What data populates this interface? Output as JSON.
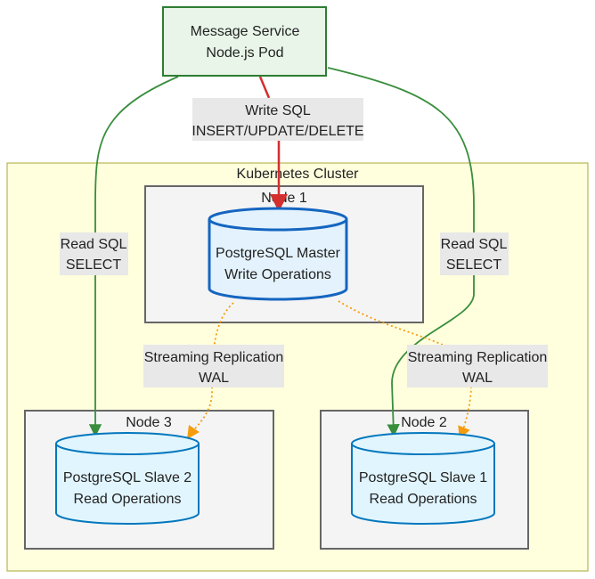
{
  "service": {
    "line1": "Message Service",
    "line2": "Node.js Pod"
  },
  "write_edge": {
    "line1": "Write SQL",
    "line2": "INSERT/UPDATE/DELETE"
  },
  "cluster": {
    "label": "Kubernetes Cluster"
  },
  "node1": {
    "label": "Node 1"
  },
  "node2": {
    "label": "Node 2"
  },
  "node3": {
    "label": "Node 3"
  },
  "master_db": {
    "line1": "PostgreSQL Master",
    "line2": "Write Operations"
  },
  "slave1_db": {
    "line1": "PostgreSQL Slave 1",
    "line2": "Read Operations"
  },
  "slave2_db": {
    "line1": "PostgreSQL Slave 2",
    "line2": "Read Operations"
  },
  "read_edge_left": {
    "line1": "Read SQL",
    "line2": "SELECT"
  },
  "read_edge_right": {
    "line1": "Read SQL",
    "line2": "SELECT"
  },
  "repl_edge_left": {
    "line1": "Streaming Replication",
    "line2": "WAL"
  },
  "repl_edge_right": {
    "line1": "Streaming Replication",
    "line2": "WAL"
  },
  "colors": {
    "cluster_fill": "#ffffde",
    "cluster_stroke": "#aaaa33",
    "node_fill": "#f4f4f4",
    "node_stroke": "#666666",
    "service_fill": "#e8f5e8",
    "service_stroke": "#2e7d32",
    "master_fill": "#e3f2fd",
    "master_stroke": "#1565c0",
    "slave_fill": "#e1f5fe",
    "slave_stroke": "#0277bd",
    "write_edge": "#d32f2f",
    "read_edge": "#388e3c",
    "repl_edge": "#f59c0e",
    "label_bg": "#e8e8e8"
  }
}
